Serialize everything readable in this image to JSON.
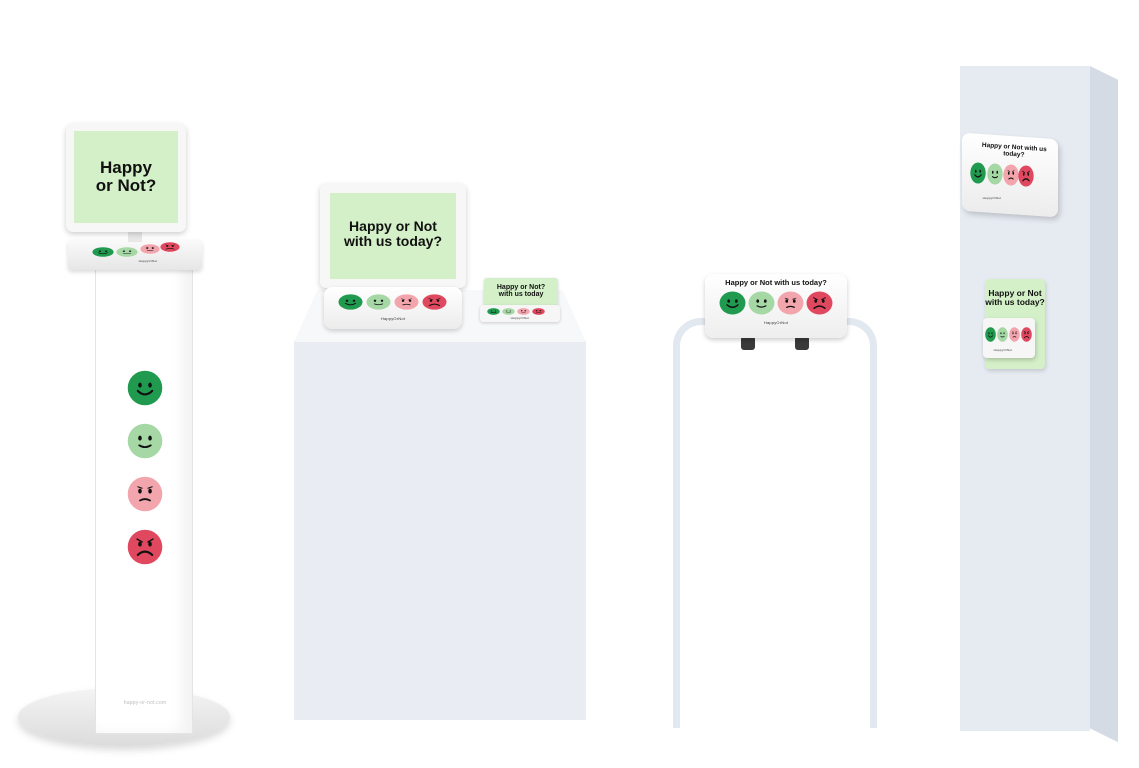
{
  "colors": {
    "very_happy": "#1f9a4e",
    "happy": "#a6d8a6",
    "unhappy": "#f3a5ad",
    "very_unhappy": "#e0485f",
    "screen_bg": "#d4f0c8",
    "pillar": "#e6ebf2"
  },
  "kiosk": {
    "screen_text_line1": "Happy",
    "screen_text_line2": "or Not?",
    "brand": "HappyOrNot",
    "floor_brand": "happy-or-not.com"
  },
  "pedestal": {
    "screen_text_line1": "Happy or Not",
    "screen_text_line2": "with us today?",
    "brand": "HappyOrNot",
    "small_text_line1": "Happy or Not?",
    "small_text_line2": "with us today",
    "small_brand": "HappyOrNot"
  },
  "stand": {
    "title": "Happy or Not with us today?",
    "brand": "HappyOrNot"
  },
  "wall": {
    "top_title": "Happy or Not with us today?",
    "top_brand": "HappyOrNot",
    "sign_line1": "Happy or Not",
    "sign_line2": "with us today?",
    "sign_brand": "HappyOrNot"
  },
  "icons": [
    "very-happy-face-icon",
    "happy-face-icon",
    "unhappy-face-icon",
    "very-unhappy-face-icon"
  ]
}
